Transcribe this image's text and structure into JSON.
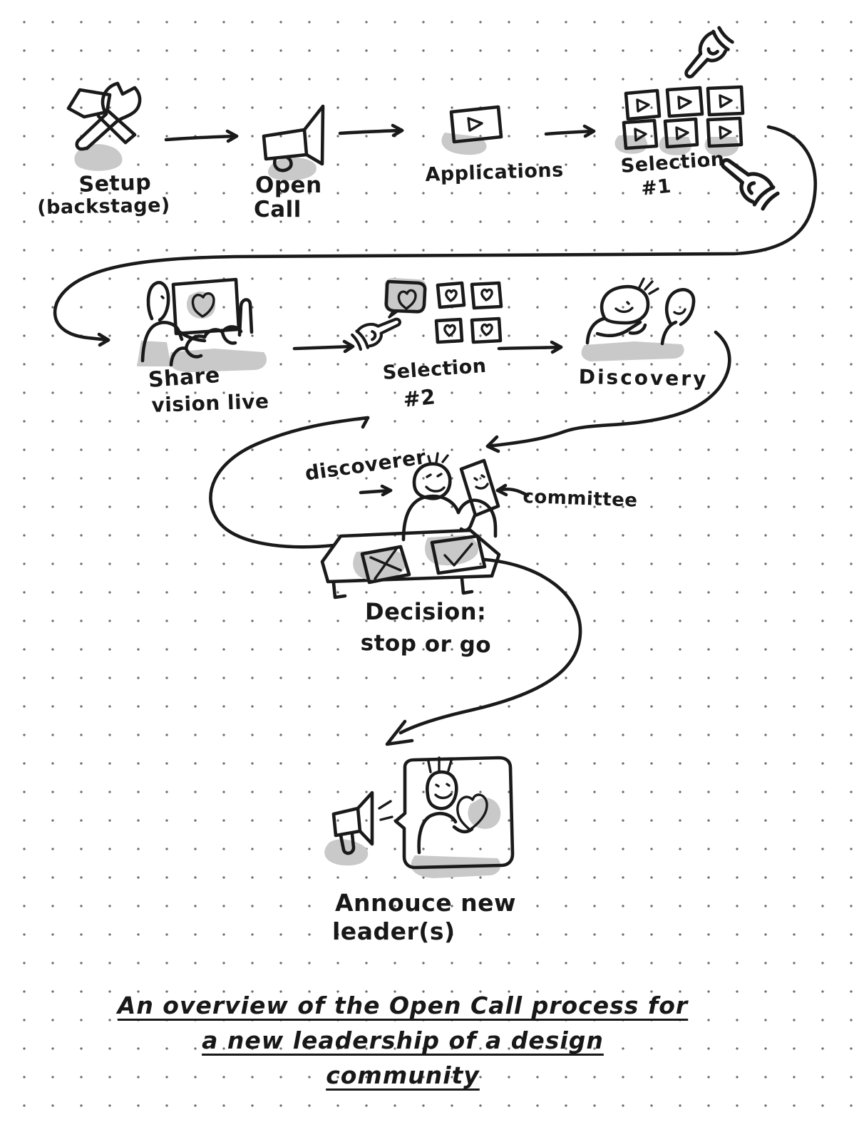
{
  "colors": {
    "ink": "#1a1a1a",
    "highlight": "#c9c9c9",
    "paper": "#ffffff",
    "dot_grid": "#6e6e6e"
  },
  "steps": {
    "setup": {
      "line1": "Setup",
      "line2": "(backstage)",
      "icon": "hammer-wrench-icon"
    },
    "open_call": {
      "line1": "Open",
      "line2": "Call",
      "icon": "megaphone-icon"
    },
    "applications": {
      "line1": "Applications",
      "icon": "video-card-icon"
    },
    "selection_1": {
      "line1": "Selection",
      "line2": "#1",
      "icon": "video-card-grid-icon"
    },
    "share_vision": {
      "line1": "Share",
      "line2": "vision live",
      "icon": "presenter-audience-icon"
    },
    "selection_2": {
      "line1": "Selection",
      "line2": "#2",
      "icon": "heart-card-grid-icon"
    },
    "discovery": {
      "line1": "Discovery",
      "icon": "two-people-talking-icon"
    },
    "decision": {
      "line1": "Decision:",
      "line2": "stop or go",
      "icon": "table-with-ballots-icon"
    },
    "announce": {
      "line1": "Annouce new",
      "line2": "leader(s)",
      "icon": "megaphone-framed-leader-icon"
    }
  },
  "annotations": {
    "discoverer": "discoverer",
    "committee": "committee"
  },
  "caption": {
    "line1": "An overview of the Open Call process for",
    "line2": "a new leadership of a design",
    "line3": "community"
  },
  "connections": [
    {
      "from": "Setup (backstage)",
      "to": "Open Call"
    },
    {
      "from": "Open Call",
      "to": "Applications"
    },
    {
      "from": "Applications",
      "to": "Selection #1"
    },
    {
      "from": "Selection #1",
      "to": "Share vision live"
    },
    {
      "from": "Share vision live",
      "to": "Selection #2"
    },
    {
      "from": "Selection #2",
      "to": "Discovery"
    },
    {
      "from": "Discovery",
      "to": "Decision: stop or go"
    },
    {
      "from": "Decision: stop or go",
      "to": "Selection #2"
    },
    {
      "from": "Decision: stop or go",
      "to": "Annouce new leader(s)"
    }
  ]
}
